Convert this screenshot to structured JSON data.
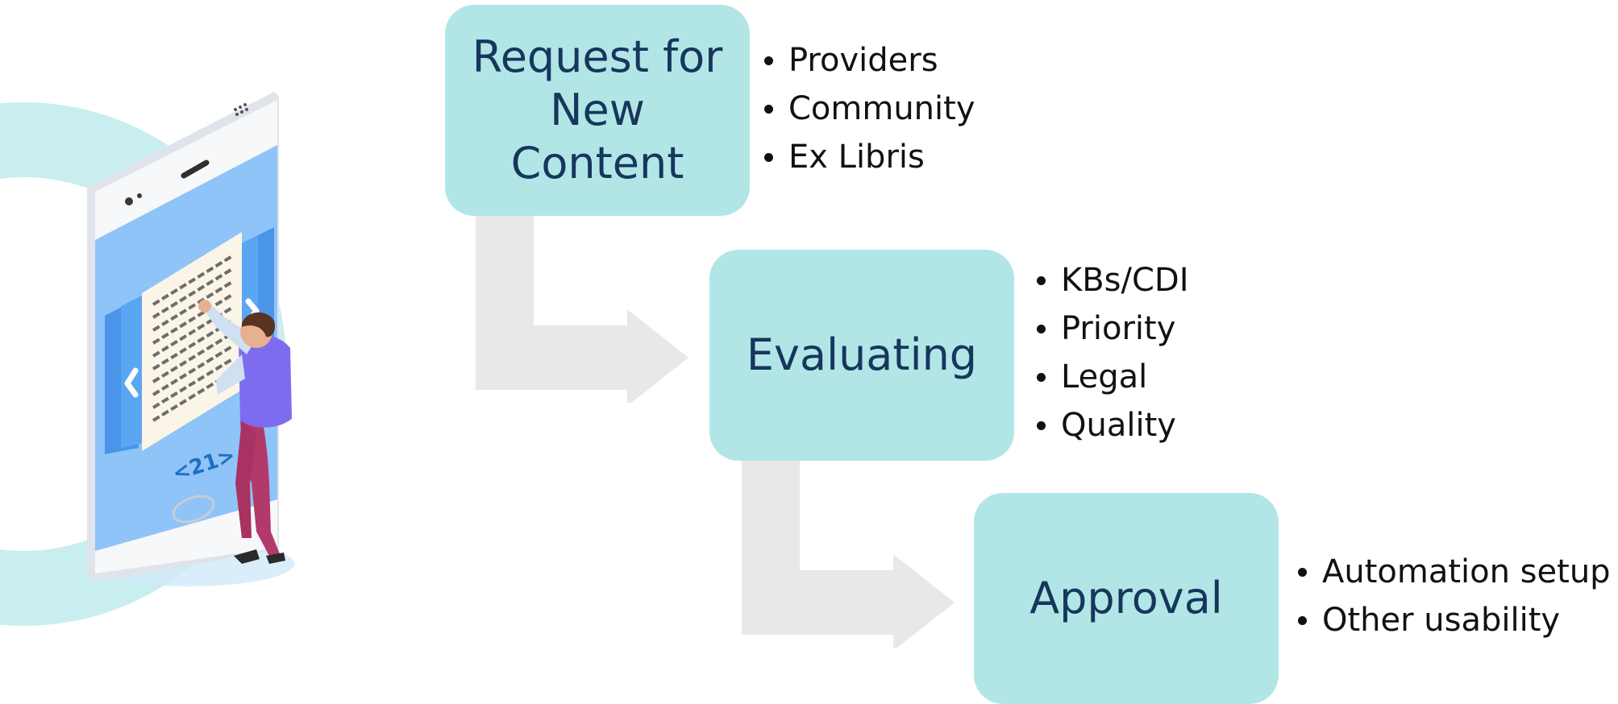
{
  "steps": [
    {
      "title_lines": [
        "Request for",
        "New",
        "Content"
      ],
      "bullets": [
        "Providers",
        "Community",
        "Ex Libris"
      ]
    },
    {
      "title_lines": [
        "Evaluating"
      ],
      "bullets": [
        "KBs/CDI",
        "Priority",
        "Legal",
        "Quality"
      ]
    },
    {
      "title_lines": [
        "Approval"
      ],
      "bullets": [
        "Automation setup",
        "Other usability"
      ]
    }
  ],
  "illustration": {
    "page_number": "<21>",
    "icons": [
      "phone-reader-illustration",
      "chevron-left-icon",
      "chevron-right-icon"
    ]
  },
  "colors": {
    "step_box": "#b2e6e6",
    "step_text": "#17365d",
    "arrow": "#e8e8e8",
    "ring": "#c8eef0",
    "phone_screen": "#8ec4f7"
  }
}
